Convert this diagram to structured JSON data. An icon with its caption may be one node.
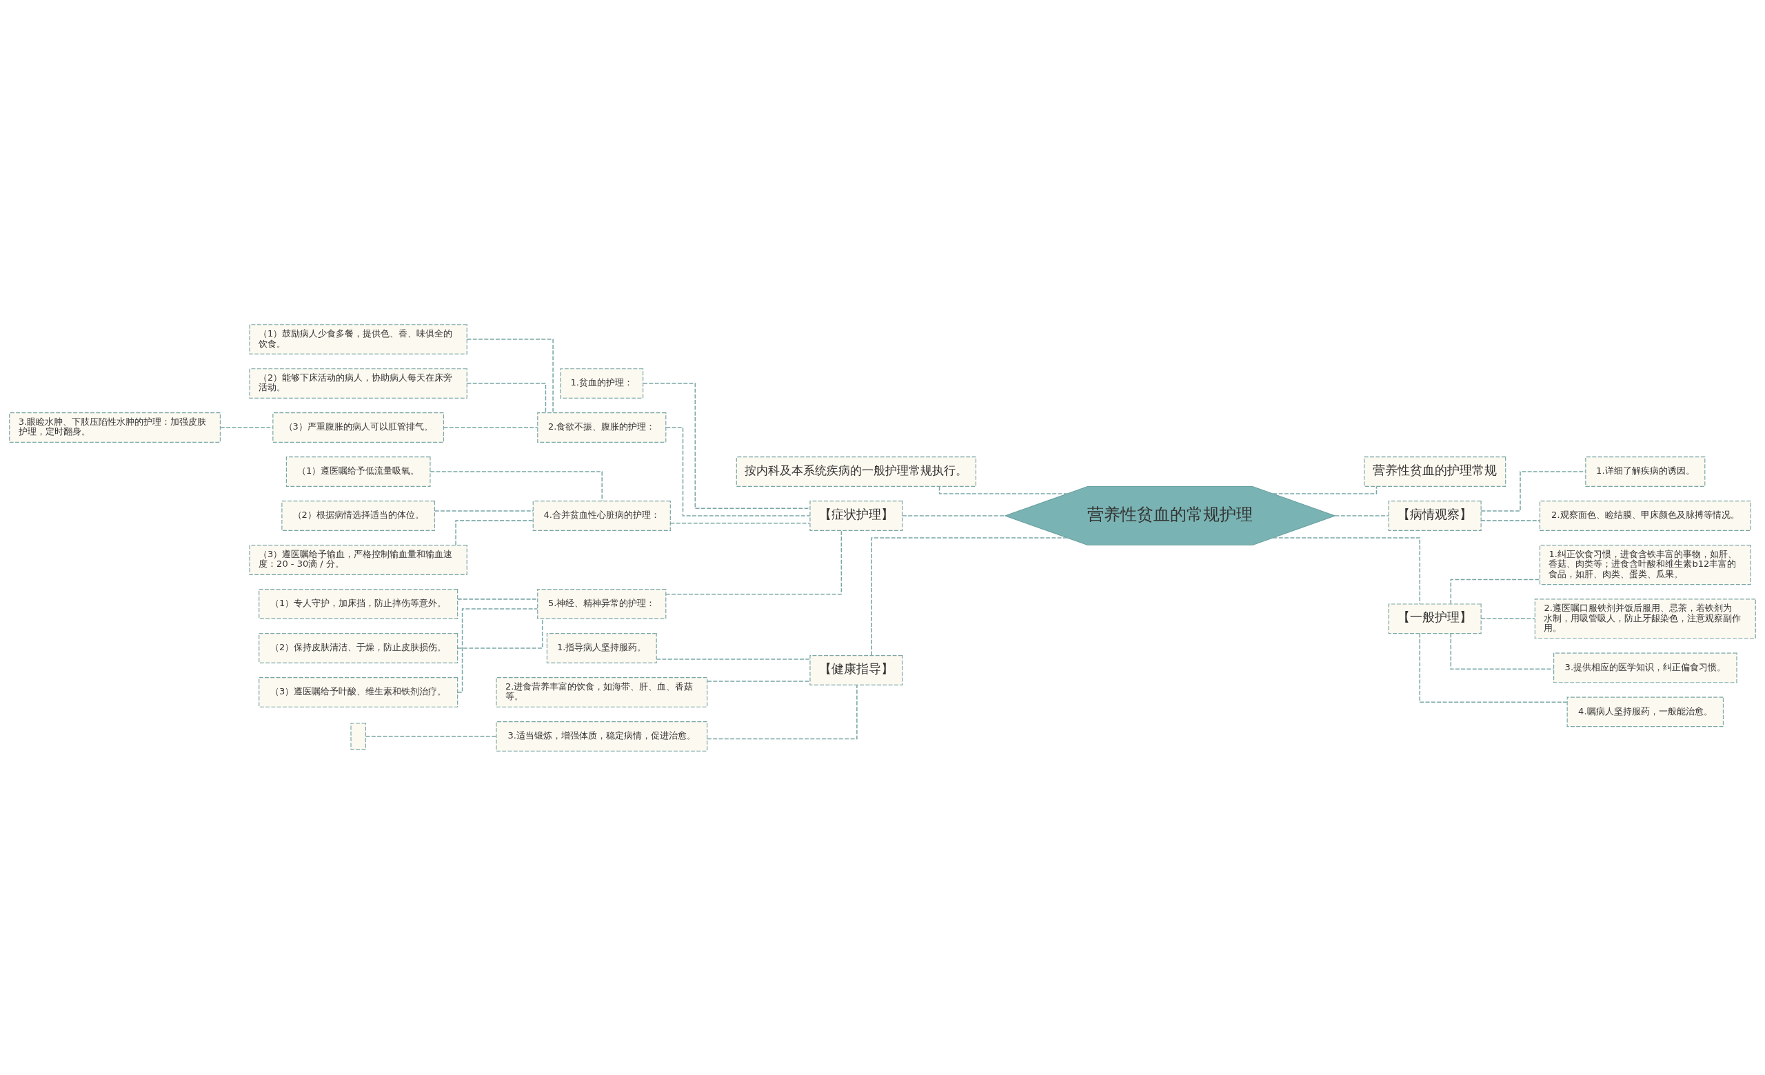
{
  "diagram": {
    "nodes": [
      {
        "text": [
          "营养性贫血的常规护理"
        ]
      },
      {
        "text": [
          "按内科及本系统疾病的一般护理常规执行。"
        ]
      },
      {
        "text": [
          "1.贫血的护理："
        ]
      },
      {
        "text": [
          "（1）鼓励病人少食多餐，提供色、香、味俱全的饮食。"
        ]
      },
      {
        "text": [
          "（2）能够下床活动的病人，协助病人每天在床旁活动。"
        ]
      },
      {
        "text": [
          "2.食欲不振、腹胀的护理："
        ]
      },
      {
        "text": [
          "3.眼睑水肿、下肢压陷性水肿的护理：加强皮肤护理，定时翻身。"
        ]
      },
      {
        "text": [
          "（3）严重腹胀的病人可以肛管排气。"
        ]
      },
      {
        "text": [
          "【症状护理】"
        ]
      },
      {
        "text": [
          "（1）遵医嘱给予低流量吸氧。"
        ]
      },
      {
        "text": [
          "（2）根据病情选择适当的体位。"
        ]
      },
      {
        "text": [
          "4.合并贫血性心脏病的护理："
        ]
      },
      {
        "text": [
          "（3）遵医嘱给予输血，严格控制输血量和输血速度：20 - 30滴 / 分。"
        ]
      },
      {
        "text": [
          "（1）专人守护，加床挡，防止摔伤等意外。"
        ]
      },
      {
        "text": [
          "5.神经、精神异常的护理："
        ]
      },
      {
        "text": [
          "（2）保持皮肤清洁、于燥，防止皮肤损伤。"
        ]
      },
      {
        "text": [
          "（3）遵医嘱给予叶酸、维生素和铁剂治疗。"
        ]
      },
      {
        "text": [
          "1.指导病人坚持服药。"
        ]
      },
      {
        "text": [
          "2.进食营养丰富的饮食，如海带、肝、血、香菇等。"
        ]
      },
      {
        "text": [
          "【健康指导】"
        ]
      },
      {
        "text": [],
        "shape": "box"
      },
      {
        "text": [
          "3.适当锻炼，增强体质，稳定病情，促进治愈。"
        ]
      },
      {
        "text": [
          "营养性贫血的护理常规"
        ]
      },
      {
        "text": [
          "【病情观察】"
        ]
      },
      {
        "text": [
          "1.详细了解疾病的诱因。"
        ]
      },
      {
        "text": [
          "2.观察面色、睑结膜、甲床颜色及脉搏等情况。"
        ]
      },
      {
        "text": [
          "1.纠正饮食习惯，进食含铁丰富的事物，如肝、香菇、肉类等；进食含叶酸和维生素b12丰富的食品，如肝、肉类、蛋类、瓜果。"
        ]
      },
      {
        "text": [
          "2.遵医嘱口服铁剂并饭后服用、忌茶，若铁剂为水制，用吸管吸人，防止牙龈染色，注意观察副作用。"
        ]
      },
      {
        "text": [
          "【一般护理】"
        ]
      },
      {
        "text": [
          "3.提供相应的医学知识，纠正偏食习惯。"
        ]
      },
      {
        "text": [
          "4.嘱病人坚持服药，一般能治愈。"
        ]
      }
    ],
    "edges": [
      {
        "from": 0,
        "to": 1,
        "arrow": "none"
      },
      {
        "from": 0,
        "to": 8,
        "arrow": "none"
      },
      {
        "from": 8,
        "to": 2,
        "arrow": "none"
      },
      {
        "from": 8,
        "to": 5,
        "arrow": "none"
      },
      {
        "from": 5,
        "to": 3,
        "arrow": "none"
      },
      {
        "from": 5,
        "to": 4,
        "arrow": "none"
      },
      {
        "from": 5,
        "to": 7,
        "arrow": "none"
      },
      {
        "from": 7,
        "to": 6,
        "arrow": "none"
      },
      {
        "from": 8,
        "to": 11,
        "arrow": "none"
      },
      {
        "from": 11,
        "to": 9,
        "arrow": "none"
      },
      {
        "from": 11,
        "to": 10,
        "arrow": "none"
      },
      {
        "from": 11,
        "to": 12,
        "arrow": "none"
      },
      {
        "from": 8,
        "to": 14,
        "arrow": "none"
      },
      {
        "from": 14,
        "to": 13,
        "arrow": "none"
      },
      {
        "from": 14,
        "to": 15,
        "arrow": "none"
      },
      {
        "from": 14,
        "to": 16,
        "arrow": "none"
      },
      {
        "from": 0,
        "to": 19,
        "arrow": "none"
      },
      {
        "from": 19,
        "to": 17,
        "arrow": "none"
      },
      {
        "from": 19,
        "to": 18,
        "arrow": "none"
      },
      {
        "from": 19,
        "to": 21,
        "arrow": "none"
      },
      {
        "from": 21,
        "to": 20,
        "arrow": "none"
      },
      {
        "from": 0,
        "to": 22,
        "arrow": "none"
      },
      {
        "from": 0,
        "to": 23,
        "arrow": "none"
      },
      {
        "from": 23,
        "to": 24,
        "arrow": "none"
      },
      {
        "from": 23,
        "to": 25,
        "arrow": "none"
      },
      {
        "from": 0,
        "to": 28,
        "arrow": "none"
      },
      {
        "from": 28,
        "to": 26,
        "arrow": "none"
      },
      {
        "from": 28,
        "to": 27,
        "arrow": "none"
      },
      {
        "from": 28,
        "to": 29,
        "arrow": "none"
      },
      {
        "from": 28,
        "to": 30,
        "arrow": "none"
      }
    ]
  }
}
